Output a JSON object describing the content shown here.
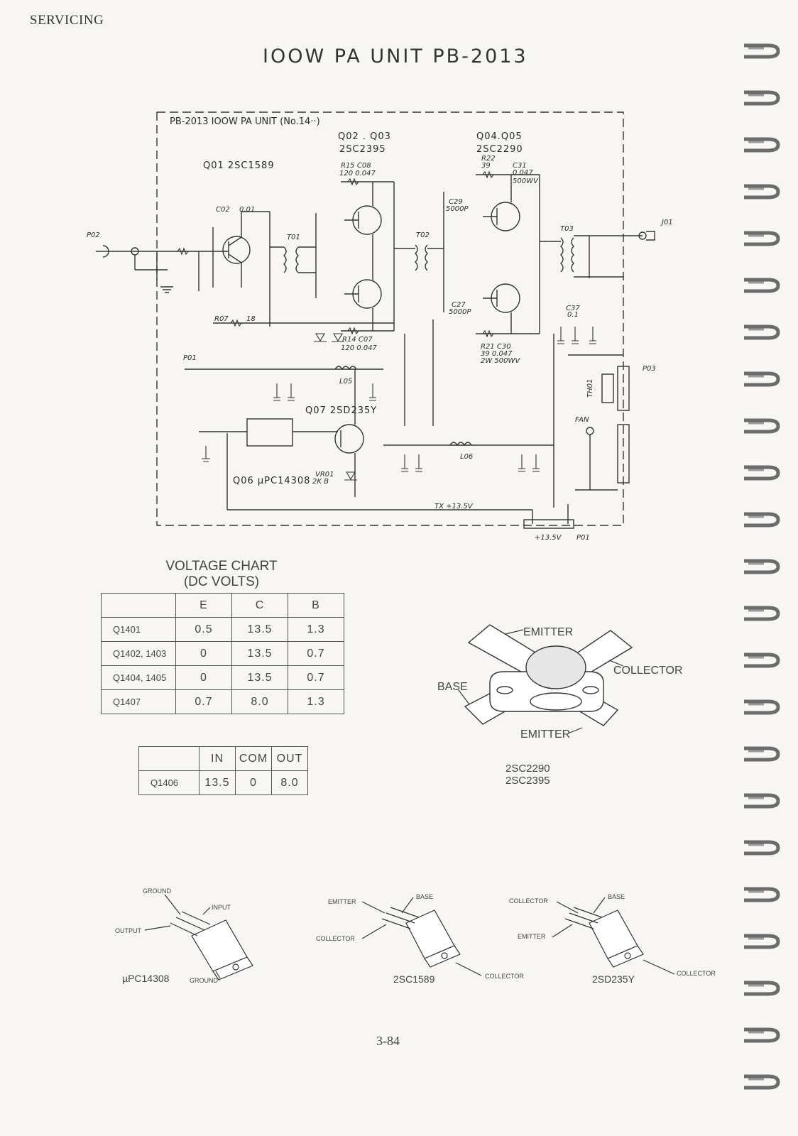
{
  "header": {
    "section": "SERVICING"
  },
  "title": "IOOW PA UNIT PB-2013",
  "schematic": {
    "box_label": "PB-2013 IOOW PA UNIT (No.14··)",
    "labels": {
      "q02_q03": "Q02 . Q03",
      "q02_q03_type": "2SC2395",
      "q04_q05": "Q04.Q05",
      "q04_q05_type": "2SC2290",
      "q01": "Q01 2SC1589",
      "q07": "Q07 2SD235Y",
      "q06": "Q06 µPC14308",
      "p02": "P02",
      "j01": "J01",
      "p03": "P03",
      "p01": "P01",
      "p01_b": "P01",
      "supply": "+13.5V",
      "tx": "TX +13.5V",
      "t01": "T01",
      "t02": "T02",
      "t03": "T03",
      "fan": "FAN",
      "th01": "TH01",
      "l05": "L05",
      "l06": "L06",
      "r15": "R15 C08",
      "r15v": "120 0.047",
      "r22": "R22",
      "r22v": "39",
      "c31": "C31",
      "c31v": "0.047",
      "c31w": "500WV",
      "r14": "R14 C07",
      "r14v": "120 0.047",
      "r21": "R21 C30",
      "r21v": "39 0.047",
      "r21w": "2W 500WV",
      "r07": "R07",
      "r07v": "18",
      "c02": "C02",
      "c02v": "0.01",
      "c27": "C27",
      "c27v": "5000P",
      "c29": "C29",
      "c29v": "5000P",
      "c37": "C37",
      "c37v": "0.1",
      "vr01": "VR01",
      "vr01v": "2K B"
    }
  },
  "voltage_chart": {
    "title": "VOLTAGE CHART",
    "subtitle": "(DC VOLTS)",
    "headers": [
      "",
      "E",
      "C",
      "B"
    ],
    "rows": [
      [
        "Q1401",
        "0.5",
        "13.5",
        "1.3"
      ],
      [
        "Q1402, 1403",
        "0",
        "13.5",
        "0.7"
      ],
      [
        "Q1404, 1405",
        "0",
        "13.5",
        "0.7"
      ],
      [
        "Q1407",
        "0.7",
        "8.0",
        "1.3"
      ]
    ]
  },
  "regulator_chart": {
    "headers": [
      "",
      "IN",
      "COM",
      "OUT"
    ],
    "rows": [
      [
        "Q1406",
        "13.5",
        "0",
        "8.0"
      ]
    ]
  },
  "transistor_package": {
    "emitter_top": "EMITTER",
    "collector": "COLLECTOR",
    "base": "BASE",
    "emitter_bottom": "EMITTER",
    "part1": "2SC2290",
    "part2": "2SC2395"
  },
  "pinouts": {
    "upc": {
      "ground_top": "GROUND",
      "input": "INPUT",
      "output": "OUTPUT",
      "name": "µPC14308",
      "ground_bottom": "GROUND"
    },
    "sc1589": {
      "emitter": "EMITTER",
      "base": "BASE",
      "collector_left": "COLLECTOR",
      "name": "2SC1589",
      "collector_right": "COLLECTOR"
    },
    "sd235": {
      "collector_left": "COLLECTOR",
      "base": "BASE",
      "emitter": "EMITTER",
      "name": "2SD235Y",
      "collector_right": "COLLECTOR"
    }
  },
  "page_number": "3-84"
}
